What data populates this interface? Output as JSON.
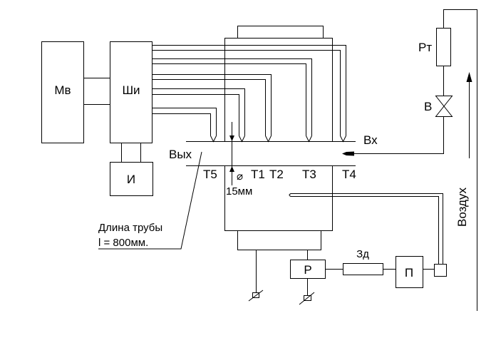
{
  "diagram": {
    "title": "Experimental setup schematic",
    "blocks": {
      "mv": "Мв",
      "shi": "Ши",
      "i": "И",
      "r": "Р",
      "zd": "Зд",
      "p": "П",
      "rt": "Рт",
      "v": "В"
    },
    "labels": {
      "outlet": "Вых",
      "inlet": "Вх",
      "air": "Воздух",
      "diameter_symbol": "⌀",
      "diameter": "15мм",
      "tube_length_line1": "Длина трубы",
      "tube_length_line2": "l = 800мм."
    },
    "thermocouples": [
      "T5",
      "T1",
      "T2",
      "T3",
      "T4"
    ],
    "icons": {
      "ground": "ground-icon",
      "valve": "valve-icon",
      "flow_arrow": "arrow-icon"
    }
  }
}
